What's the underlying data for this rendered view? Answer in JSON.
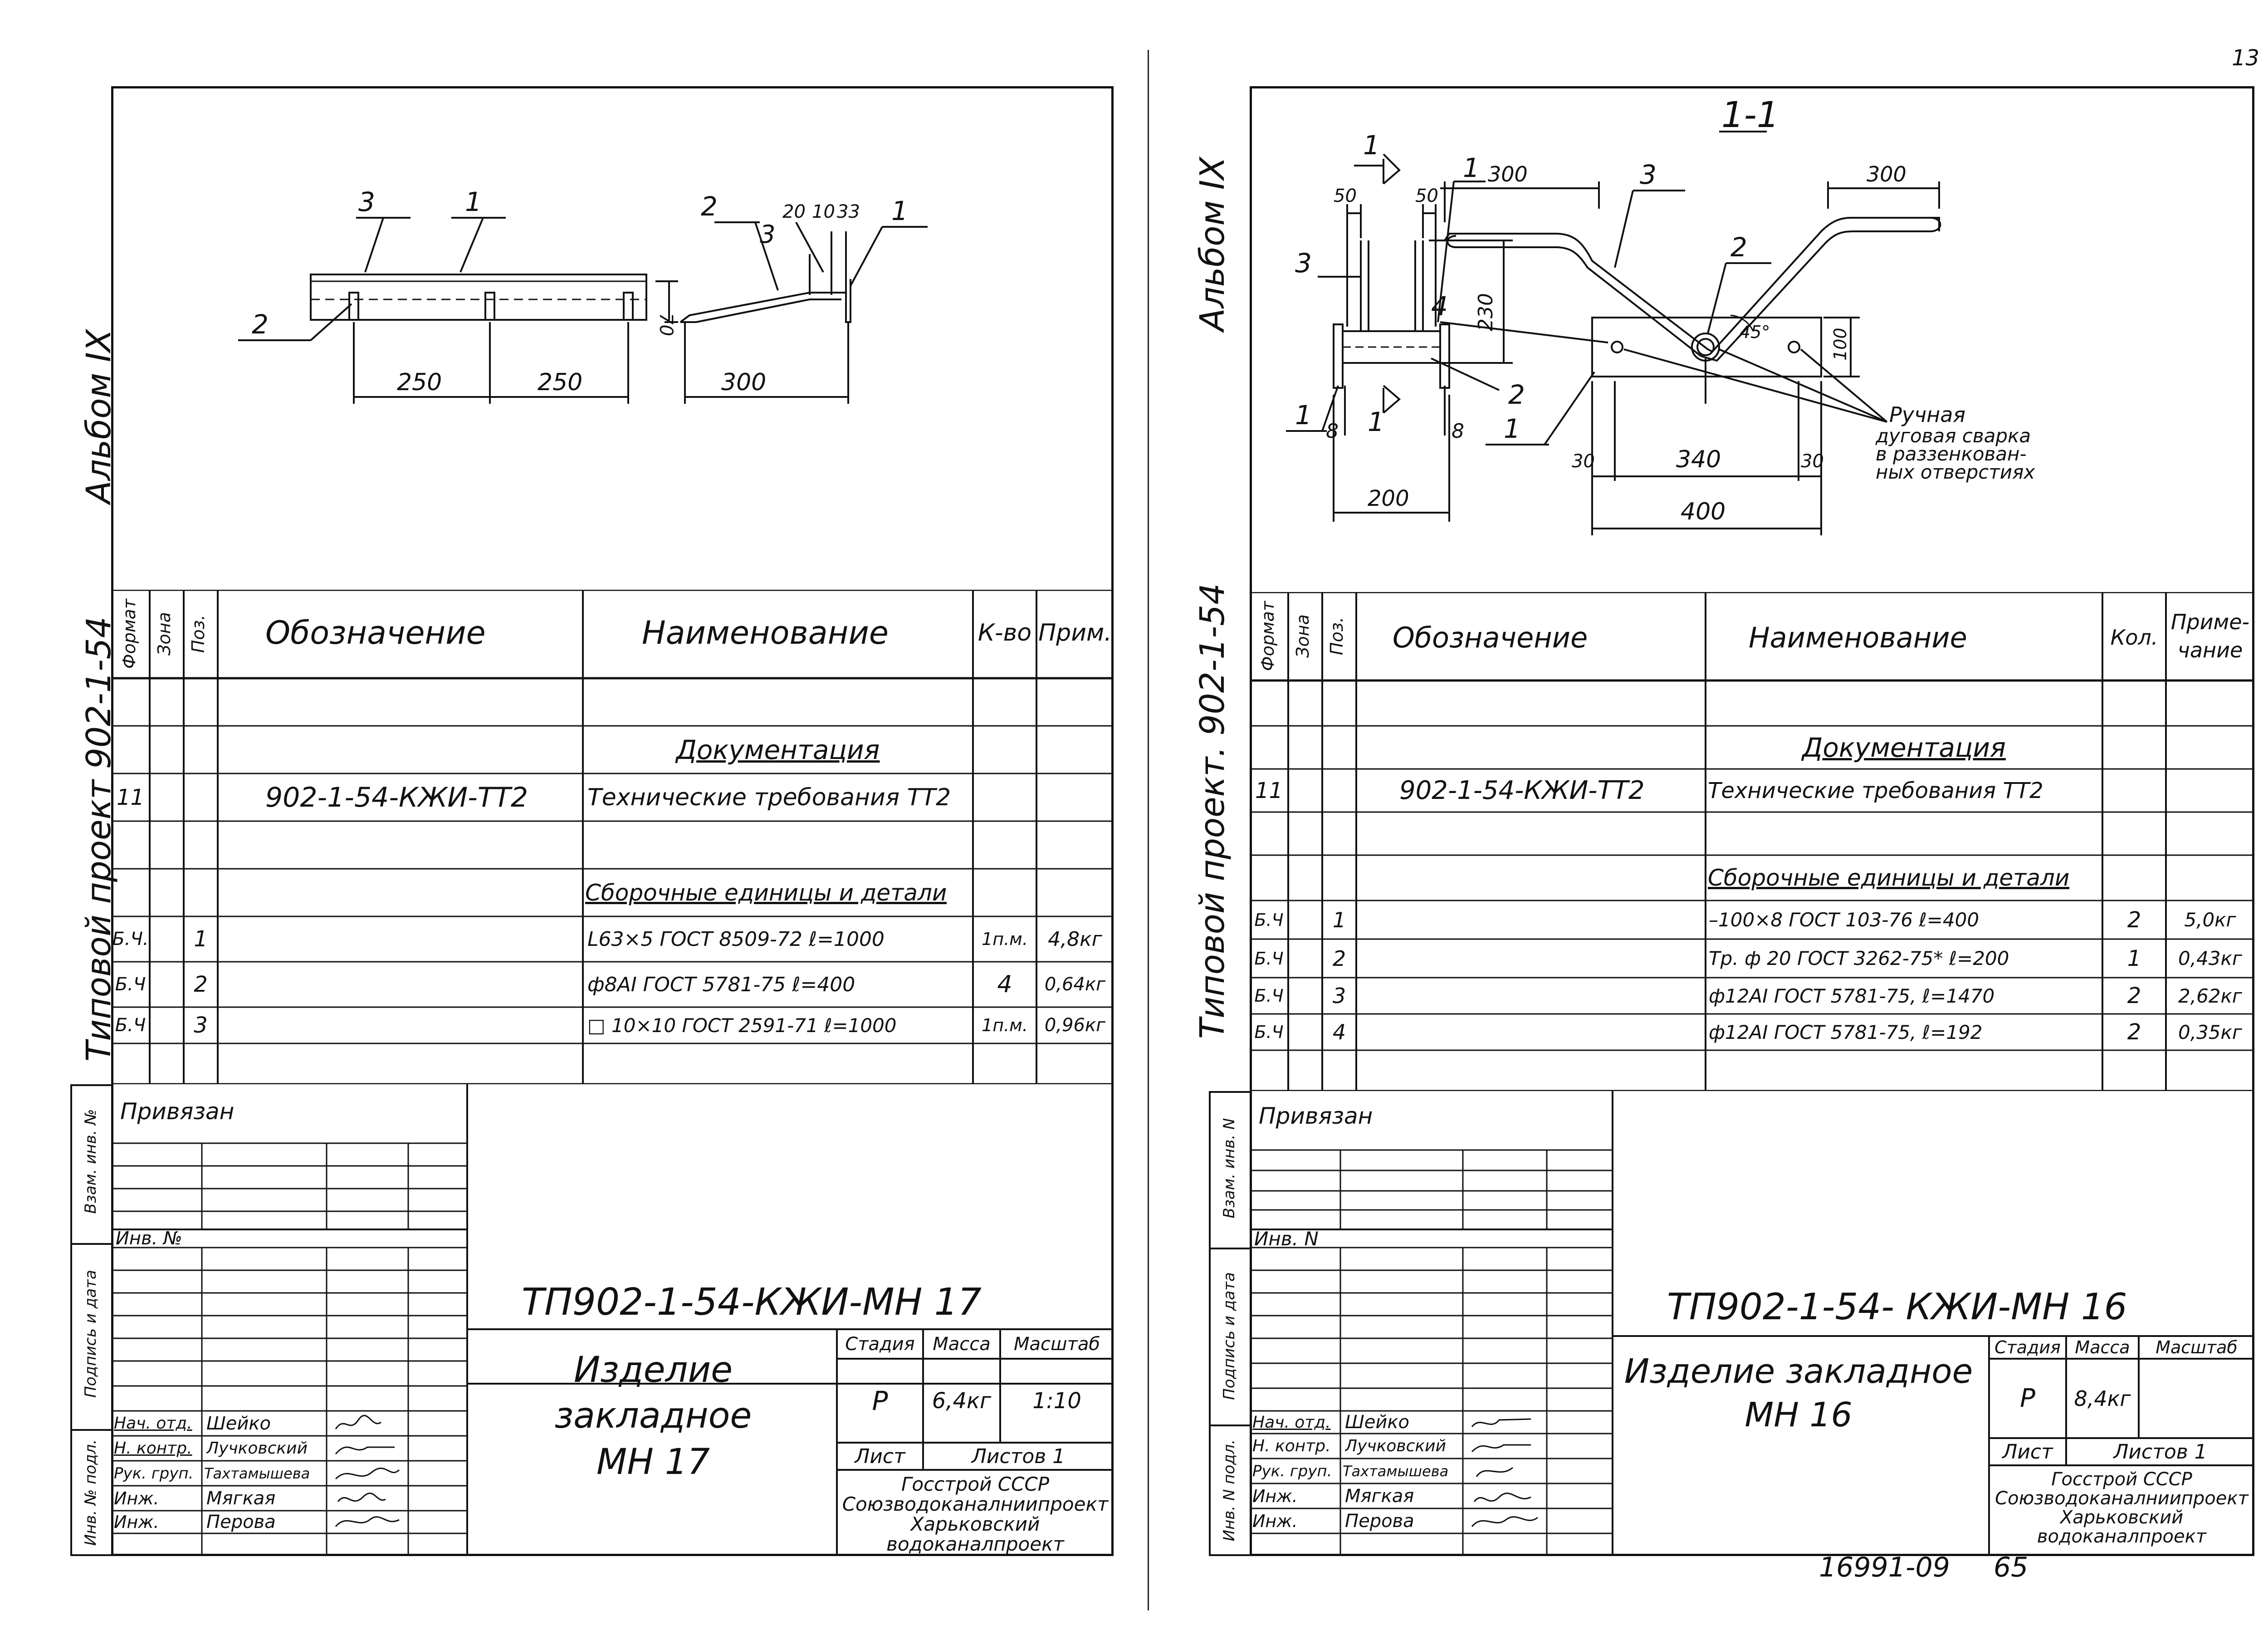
{
  "page_corner_mark": "13",
  "footer": {
    "archive_number": "16991-09",
    "page_number": "65"
  },
  "sheets": [
    {
      "side_top": "Альбом IX",
      "side_bottom": "Типовой проект 902-1-54",
      "drawing": {
        "labels": [
          "3",
          "1",
          "2",
          "2",
          "3",
          "20",
          "10",
          "33",
          "1",
          "70",
          "250",
          "250",
          "300"
        ]
      },
      "spec": {
        "headers": {
          "format": "Формат",
          "zone": "Зона",
          "pos": "Поз.",
          "designation": "Обозначение",
          "name": "Наименование",
          "qty": "К-во",
          "note": "Прим."
        },
        "section_doc": "Документация",
        "doc_row": {
          "format": "11",
          "designation": "902-1-54-КЖИ-ТТ2",
          "name": "Технические требования ТТ2"
        },
        "section_parts": "Сборочные единицы и детали",
        "rows": [
          {
            "format": "Б.Ч.",
            "pos": "1",
            "name": "L63×5 ГОСТ 8509-72 ℓ=1000",
            "qty": "1п.м.",
            "note": "4,8кг"
          },
          {
            "format": "Б.Ч",
            "pos": "2",
            "name": "ф8АI ГОСТ 5781-75 ℓ=400",
            "qty": "4",
            "note": "0,64кг"
          },
          {
            "format": "Б.Ч",
            "pos": "3",
            "name": "□ 10×10 ГОСТ 2591-71 ℓ=1000",
            "qty": "1п.м.",
            "note": "0,96кг"
          }
        ]
      },
      "stamp": {
        "privyazan": "Привязан",
        "inv_no": "Инв. №",
        "left_vert": [
          "Взам. инв. №",
          "Подпись и дата",
          "Инв. № подл."
        ],
        "code": "ТП902-1-54-КЖИ-МН 17",
        "title": "Изделие закладное\nМН 17",
        "stage_label": "Стадия",
        "mass_label": "Масса",
        "scale_label": "Масштаб",
        "stage": "Р",
        "mass": "6,4кг",
        "scale": "1:10",
        "sheet_label": "Лист",
        "sheets_label": "Листов 1",
        "org": [
          "Госстрой СССР",
          "Союзводоканалниипроект",
          "Харьковский",
          "водоканалпроект"
        ],
        "people": [
          {
            "role": "Нач. отд.",
            "name": "Шейко"
          },
          {
            "role": "Н. контр.",
            "name": "Лучковский"
          },
          {
            "role": "Рук. груп.",
            "name": "Тахтамышева"
          },
          {
            "role": "Инж.",
            "name": "Мягкая"
          },
          {
            "role": "Инж.",
            "name": "Перова"
          }
        ]
      }
    },
    {
      "side_top": "Альбом IX",
      "side_bottom": "Типовой проект. 902-1-54",
      "drawing": {
        "section_title": "1-1",
        "labels": [
          "1",
          "50",
          "50",
          "1",
          "3",
          "230",
          "1",
          "8",
          "1",
          "8",
          "2",
          "200",
          "300",
          "3",
          "300",
          "2",
          "4",
          "45°",
          "100",
          "1",
          "30",
          "340",
          "30",
          "400",
          "1"
        ],
        "note": [
          "Ручная",
          "дуговая сварка",
          "в раззенкован-",
          "ных отверстиях"
        ]
      },
      "spec": {
        "headers": {
          "format": "Формат",
          "zone": "Зона",
          "pos": "Поз.",
          "designation": "Обозначение",
          "name": "Наименование",
          "qty": "Кол.",
          "note": "Приме-\nчание"
        },
        "section_doc": "Документация",
        "doc_row": {
          "format": "11",
          "designation": "902-1-54-КЖИ-ТТ2",
          "name": "Технические требования ТТ2"
        },
        "section_parts": "Сборочные единицы и детали",
        "rows": [
          {
            "format": "Б.Ч",
            "pos": "1",
            "name": "–100×8 ГОСТ 103-76 ℓ=400",
            "qty": "2",
            "note": "5,0кг"
          },
          {
            "format": "Б.Ч",
            "pos": "2",
            "name": "Тр. ф 20 ГОСТ 3262-75* ℓ=200",
            "qty": "1",
            "note": "0,43кг"
          },
          {
            "format": "Б.Ч",
            "pos": "3",
            "name": "ф12АI ГОСТ 5781-75, ℓ=1470",
            "qty": "2",
            "note": "2,62кг"
          },
          {
            "format": "Б.Ч",
            "pos": "4",
            "name": "ф12АI ГОСТ 5781-75, ℓ=192",
            "qty": "2",
            "note": "0,35кг"
          }
        ]
      },
      "stamp": {
        "privyazan": "Привязан",
        "inv_no": "Инв. N",
        "left_vert": [
          "Взам. инв. N",
          "Подпись и дата",
          "Инв. N подл."
        ],
        "code": "ТП902-1-54- КЖИ-МН 16",
        "title": "Изделие закладное\nМН 16",
        "stage_label": "Стадия",
        "mass_label": "Масса",
        "scale_label": "Масштаб",
        "stage": "Р",
        "mass": "8,4кг",
        "scale": "",
        "sheet_label": "Лист",
        "sheets_label": "Листов 1",
        "org": [
          "Госстрой СССР",
          "Союзводоканалниипроект",
          "Харьковский",
          "водоканалпроект"
        ],
        "people": [
          {
            "role": "Нач. отд.",
            "name": "Шейко"
          },
          {
            "role": "Н. контр.",
            "name": "Лучковский"
          },
          {
            "role": "Рук. груп.",
            "name": "Тахтамышева"
          },
          {
            "role": "Инж.",
            "name": "Мягкая"
          },
          {
            "role": "Инж.",
            "name": "Перова"
          }
        ]
      }
    }
  ]
}
